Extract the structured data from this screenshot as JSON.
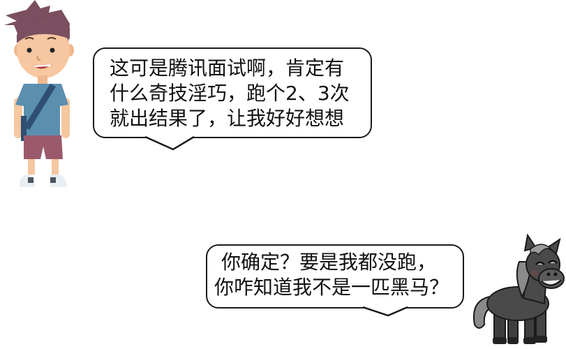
{
  "scene": {
    "characters": [
      {
        "id": "boy",
        "description": "cartoon boy with spiky brown hair, blue t-shirt, shoulder bag, maroon shorts"
      },
      {
        "id": "horse",
        "description": "cartoon dark grey horse (black horse) smiling"
      }
    ]
  },
  "bubble_boy": {
    "lines": [
      "这可是腾讯面试啊，肯定有",
      "什么奇技淫巧，跑个2、3次",
      "就出结果了，让我好好想想"
    ]
  },
  "bubble_horse": {
    "lines": [
      "你确定？要是我都没跑，",
      "你咋知道我不是一匹黑马？"
    ]
  },
  "colors": {
    "skin": "#f6c7a0",
    "hair": "#7a4f5f",
    "shirt": "#5a8fb0",
    "strap": "#2f4f72",
    "shorts": "#9a5a6c",
    "horse_body": "#4a4a4a",
    "horse_mane": "#8a8a8a"
  }
}
